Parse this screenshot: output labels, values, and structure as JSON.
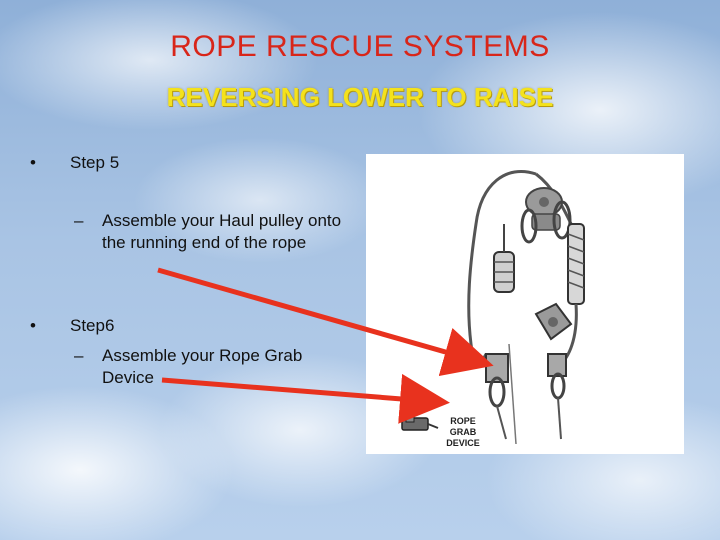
{
  "slide": {
    "title": "ROPE RESCUE SYSTEMS",
    "subtitle": "REVERSING LOWER TO RAISE"
  },
  "bullets": [
    {
      "marker": "•",
      "text": "Step 5",
      "sub": {
        "marker": "–",
        "text": "Assemble your Haul pulley onto the running end of the rope"
      }
    },
    {
      "marker": "•",
      "text": "Step6",
      "sub": {
        "marker": "–",
        "text": "Assemble your Rope Grab Device"
      }
    }
  ],
  "diagram": {
    "label_line1": "ROPE",
    "label_line2": "GRAB",
    "label_line3": "DEVICE"
  },
  "colors": {
    "title": "#d8261a",
    "subtitle": "#f4e21c",
    "arrow": "#e8321e"
  }
}
